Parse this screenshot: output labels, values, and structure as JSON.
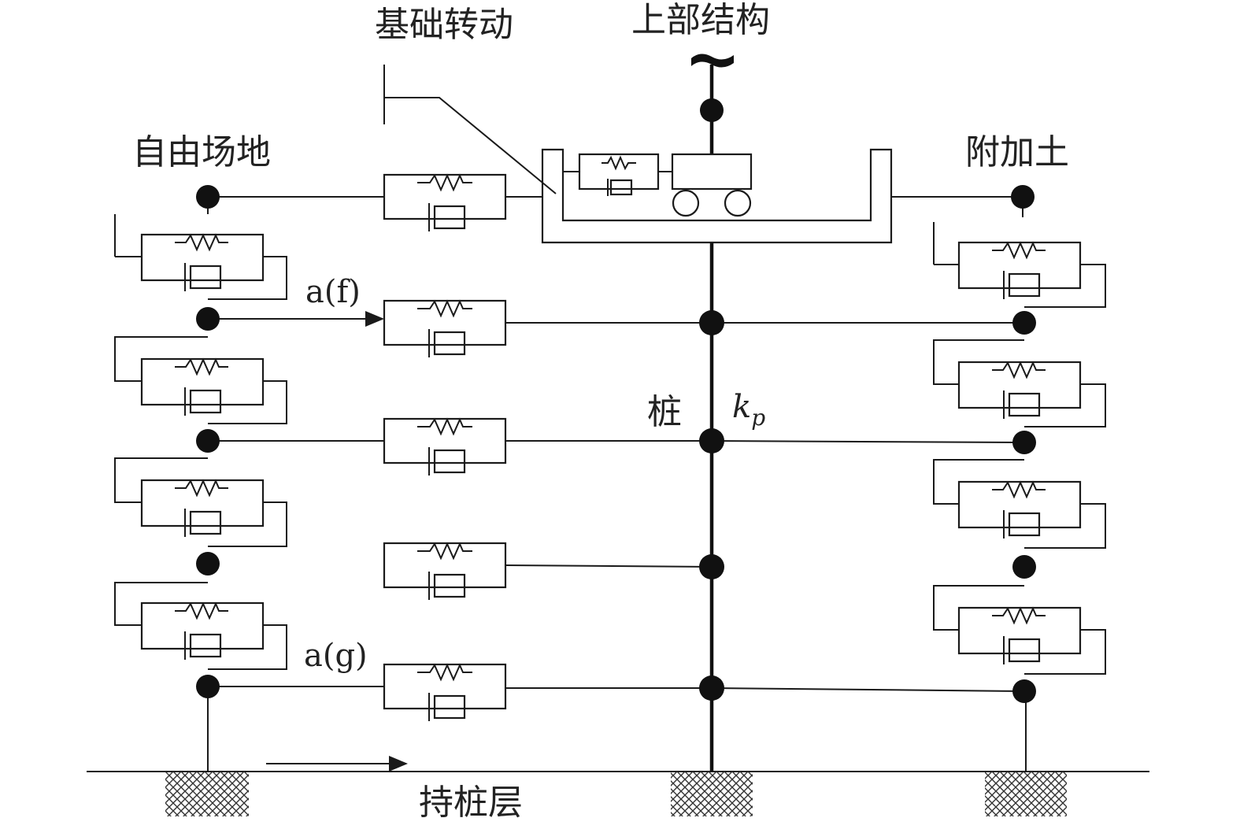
{
  "labels": {
    "foundation_rotation": "基础转动",
    "superstructure": "上部结构",
    "free_field": "自由场地",
    "added_soil": "附加土",
    "pile": "桩",
    "kp_main": "k",
    "kp_sub": "p",
    "af": "a(f)",
    "ag": "a(g)",
    "bearing_layer": "持桩层"
  },
  "colors": {
    "line": "#1a1a1a",
    "node": "#111111",
    "hatch": "#333333"
  }
}
